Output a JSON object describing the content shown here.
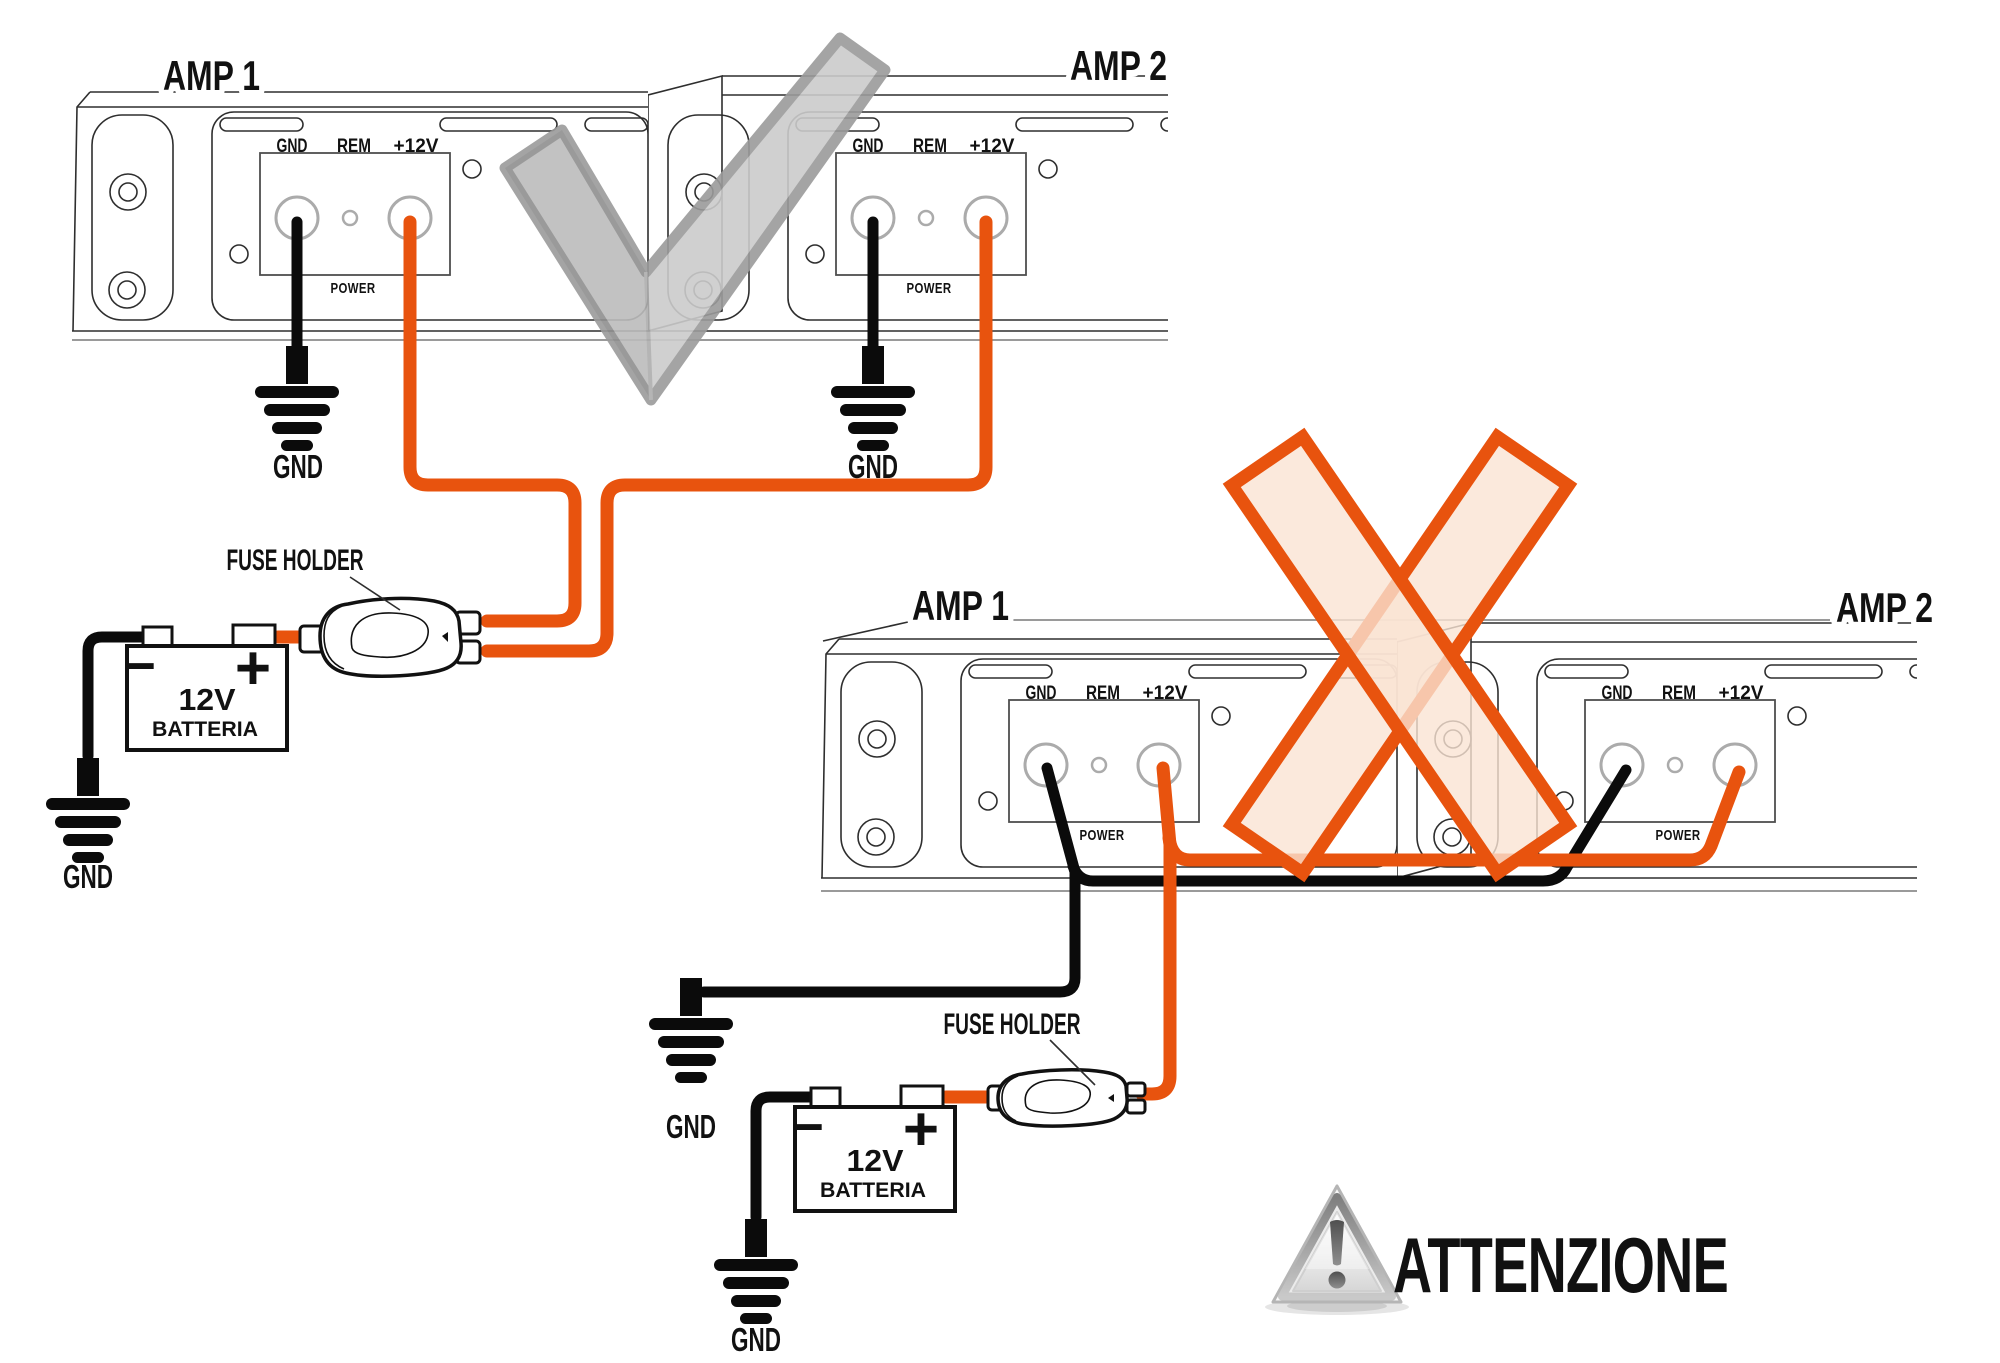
{
  "colors": {
    "orange": "#E8530E",
    "x_fill": "#FAE3D3",
    "wire_black": "#0B0B0B",
    "check_fill": "#CBCBCB",
    "check_stroke": "#9B9B9B",
    "text": "#111111"
  },
  "icons": {
    "correct_mark": "checkmark-icon (gray ribbon tick over correct wiring)",
    "wrong_mark": "x-cross-icon (orange X over incorrect wiring)",
    "warning": "warning-triangle-icon (glossy gray triangle with exclamation mark)",
    "ground": "ground-symbol-icon (stem with four shrinking bars)",
    "fuse": "fuse-holder-icon (inline fuse pod)",
    "battery": "battery-icon (12V battery box with terminals)"
  },
  "correct": {
    "amp1": {
      "name": "AMP 1",
      "gnd": "GND",
      "rem": "REM",
      "v12": "+12V",
      "power": "POWER",
      "ground": "GND"
    },
    "amp2": {
      "name": "AMP 2",
      "gnd": "GND",
      "rem": "REM",
      "v12": "+12V",
      "power": "POWER",
      "ground": "GND"
    },
    "fuse_holder": "FUSE HOLDER",
    "battery": {
      "voltage": "12V",
      "name": "BATTERIA",
      "minus": "−",
      "plus": "+",
      "ground": "GND"
    }
  },
  "incorrect": {
    "amp1": {
      "name": "AMP 1",
      "gnd": "GND",
      "rem": "REM",
      "v12": "+12V",
      "power": "POWER",
      "ground": "GND"
    },
    "amp2": {
      "name": "AMP 2",
      "gnd": "GND",
      "rem": "REM",
      "v12": "+12V",
      "power": "POWER"
    },
    "fuse_holder": "FUSE HOLDER",
    "battery": {
      "voltage": "12V",
      "name": "BATTERIA",
      "minus": "−",
      "plus": "+",
      "ground": "GND"
    },
    "warning": "ATTENZIONE"
  }
}
